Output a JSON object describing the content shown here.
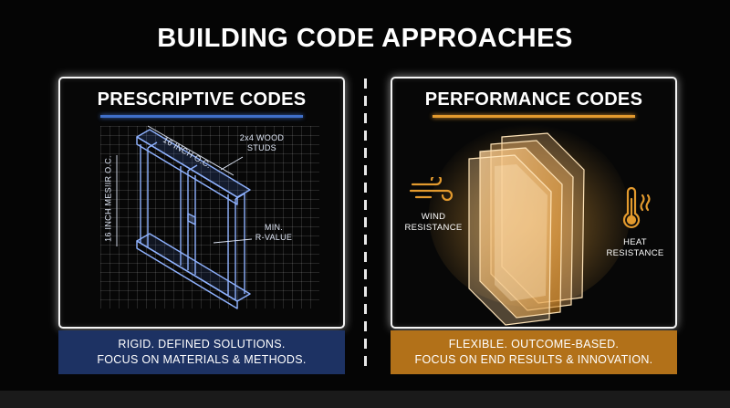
{
  "title": "BUILDING CODE APPROACHES",
  "left_panel": {
    "heading": "PRESCRIPTIVE CODES",
    "labels": {
      "spacing_top": "16 INCH O.C.",
      "spacing_side": "16 INCH MES!IR O.C.",
      "studs": [
        "2x4 WOOD",
        "STUDS"
      ],
      "rvalue": [
        "MIN.",
        "R-VALUE"
      ]
    },
    "caption": [
      "RIGID. DEFINED SOLUTIONS.",
      "FOCUS ON MATERIALS & METHODS."
    ],
    "accent_color": "#3f6fc9"
  },
  "right_panel": {
    "heading": "PERFORMANCE CODES",
    "labels": {
      "wind": [
        "WIND",
        "RESISTANCE"
      ],
      "heat": [
        "HEAT",
        "RESISTANCE"
      ]
    },
    "icons": [
      "wind-icon",
      "thermometer-icon"
    ],
    "caption": [
      "FLEXIBLE. OUTCOME-BASED.",
      "FOCUS ON END RESULTS & INNOVATION."
    ],
    "accent_color": "#e39a2e"
  }
}
